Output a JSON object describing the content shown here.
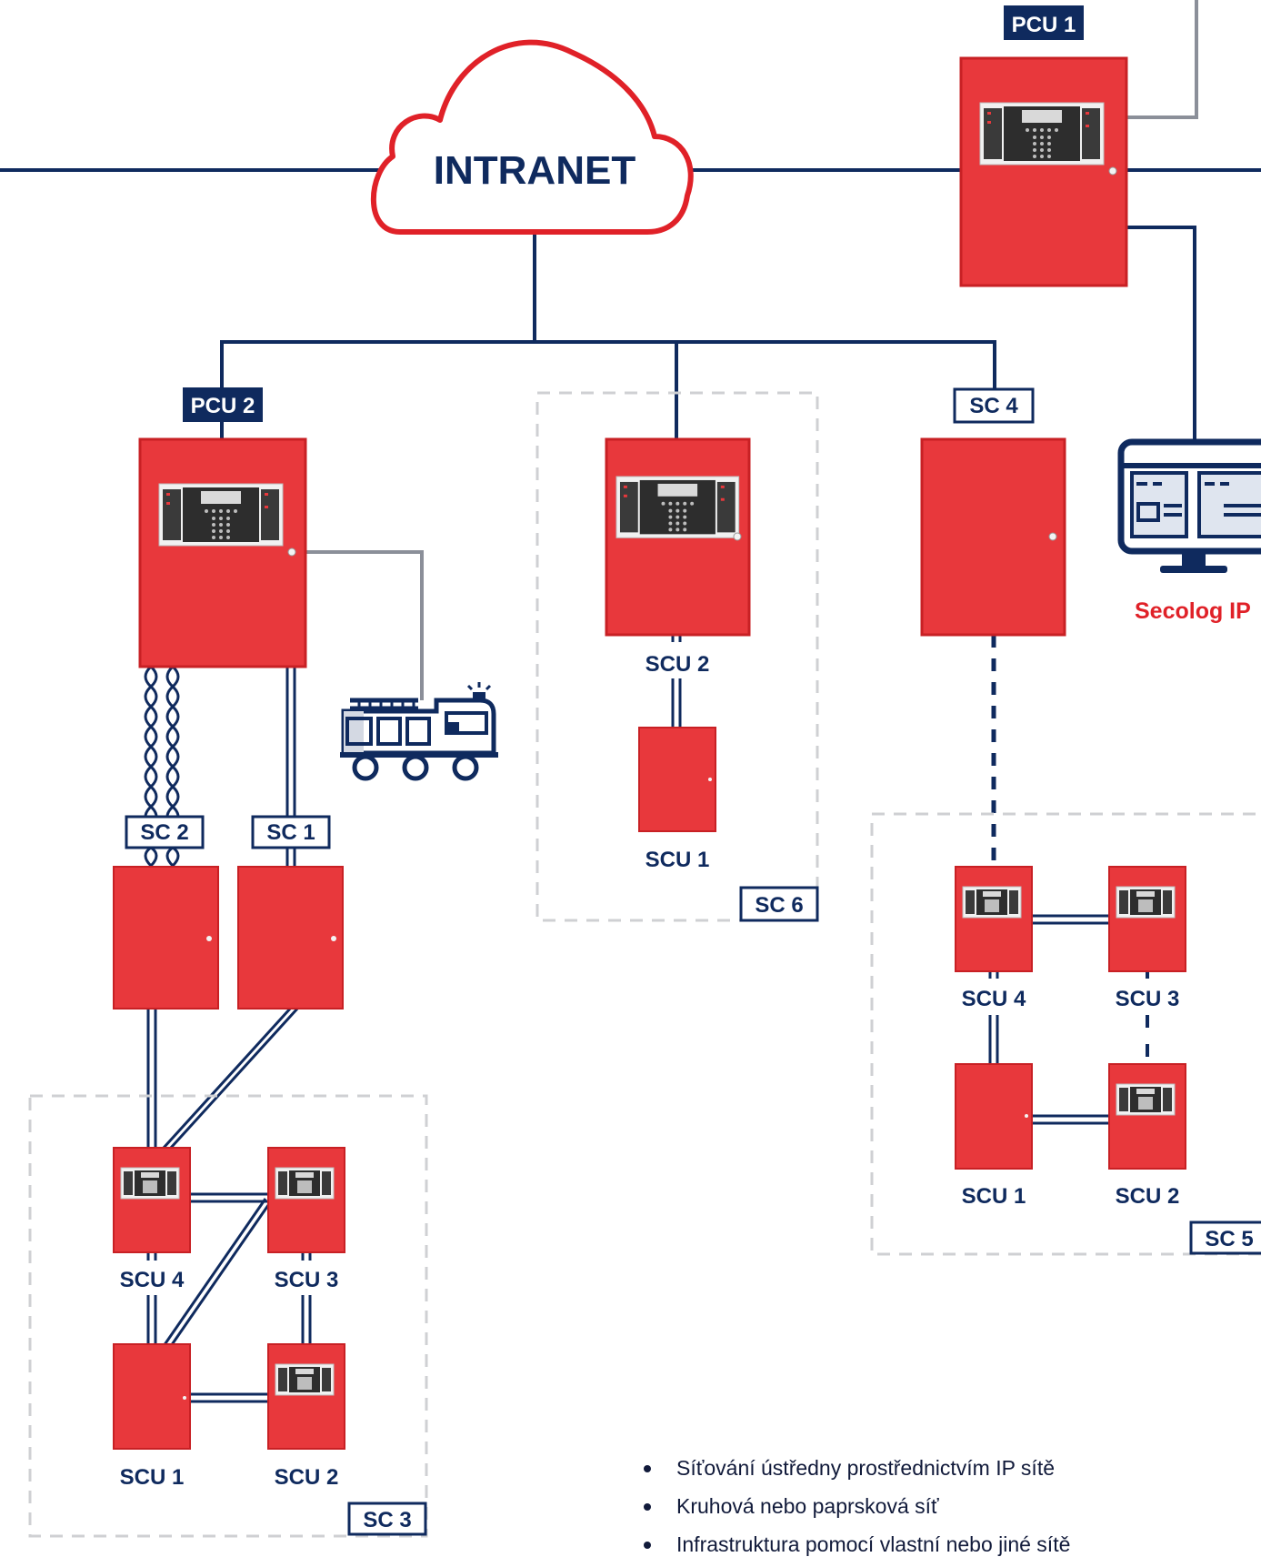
{
  "colors": {
    "navy": "#0f2a5e",
    "red": "#e8383c",
    "red_dark": "#c82024",
    "gray_line": "#8b8f99",
    "dashed_box": "#cfd0d3"
  },
  "cloud": {
    "label": "INTRANET"
  },
  "panels": {
    "pcu1": {
      "label": "PCU 1"
    },
    "pcu2": {
      "label": "PCU 2"
    },
    "sc4": {
      "label": "SC 4"
    },
    "sc6_scu2": {
      "label": "SCU 2"
    },
    "sc6_scu1": {
      "label": "SCU 1"
    },
    "sc2": {
      "label": "SC 2"
    },
    "sc1": {
      "label": "SC 1"
    }
  },
  "groups": {
    "sc6": {
      "label": "SC 6"
    },
    "sc3": {
      "label": "SC 3",
      "scu4": "SCU 4",
      "scu3": "SCU 3",
      "scu1": "SCU 1",
      "scu2": "SCU 2"
    },
    "sc5": {
      "label": "SC 5",
      "scu4": "SCU 4",
      "scu3": "SCU 3",
      "scu1": "SCU 1",
      "scu2": "SCU 2"
    }
  },
  "secolog": {
    "label": "Secolog IP",
    "icon": "monitor-icon"
  },
  "firetruck": {
    "icon": "fire-truck-icon"
  },
  "bullets": [
    "Síťování ústředny prostřednictvím IP sítě",
    "Kruhová nebo paprsková síť",
    "Infrastruktura pomocí vlastní nebo jiné sítě"
  ]
}
